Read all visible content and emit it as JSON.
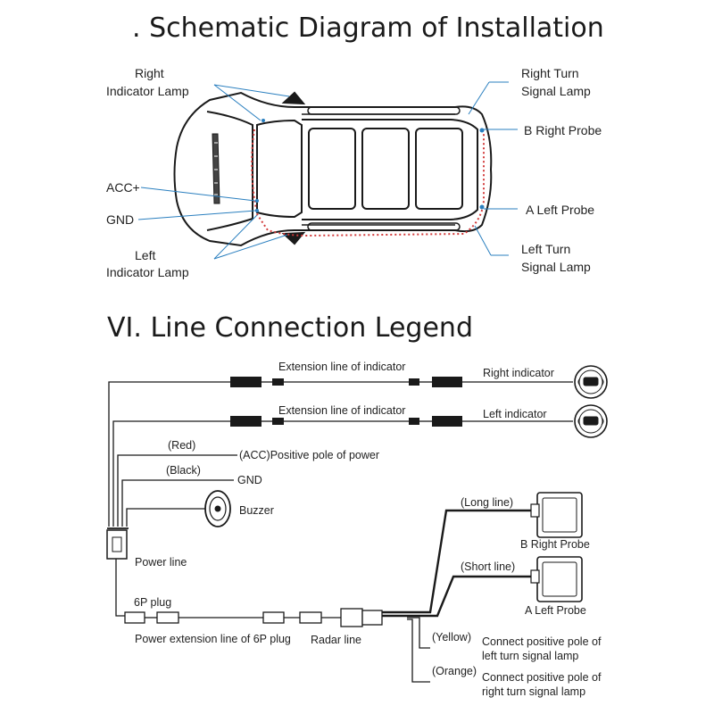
{
  "schematic": {
    "title": ". Schematic Diagram of Installation",
    "labels": {
      "right_indicator_line1": "Right",
      "right_indicator_line2": "Indicator Lamp",
      "right_turn_line1": "Right Turn",
      "right_turn_line2": "Signal Lamp",
      "b_right_probe": "B Right Probe",
      "acc": "ACC+",
      "gnd": "GND",
      "a_left_probe": "A Left Probe",
      "left_indicator_line1": "Left",
      "left_indicator_line2": "Indicator Lamp",
      "left_turn_line1": "Left Turn",
      "left_turn_line2": "Signal Lamp"
    }
  },
  "legend": {
    "title": "VI. Line Connection Legend",
    "labels": {
      "ext_indicator_1": "Extension line of indicator",
      "ext_indicator_2": "Extension line of indicator",
      "right_indicator": "Right indicator",
      "left_indicator": "Left indicator",
      "red": "(Red)",
      "acc_positive": "(ACC)Positive pole of power",
      "black": "(Black)",
      "gnd": "GND",
      "buzzer": "Buzzer",
      "power_line": "Power line",
      "long_line": "(Long line)",
      "b_right_probe": "B Right Probe",
      "short_line": "(Short line)",
      "a_left_probe": "A Left Probe",
      "six_p_plug": "6P plug",
      "power_ext": "Power extension line of 6P plug",
      "radar_line": "Radar line",
      "yellow": "(Yellow)",
      "yellow_desc_1": "Connect positive pole of",
      "yellow_desc_2": "left turn signal lamp",
      "orange": "(Orange)",
      "orange_desc_1": "Connect positive pole of",
      "orange_desc_2": "right turn signal lamp"
    }
  },
  "colors": {
    "ink": "#1a1a1a",
    "leader": "#2a7fbf",
    "wire_red": "#d23b3b"
  }
}
